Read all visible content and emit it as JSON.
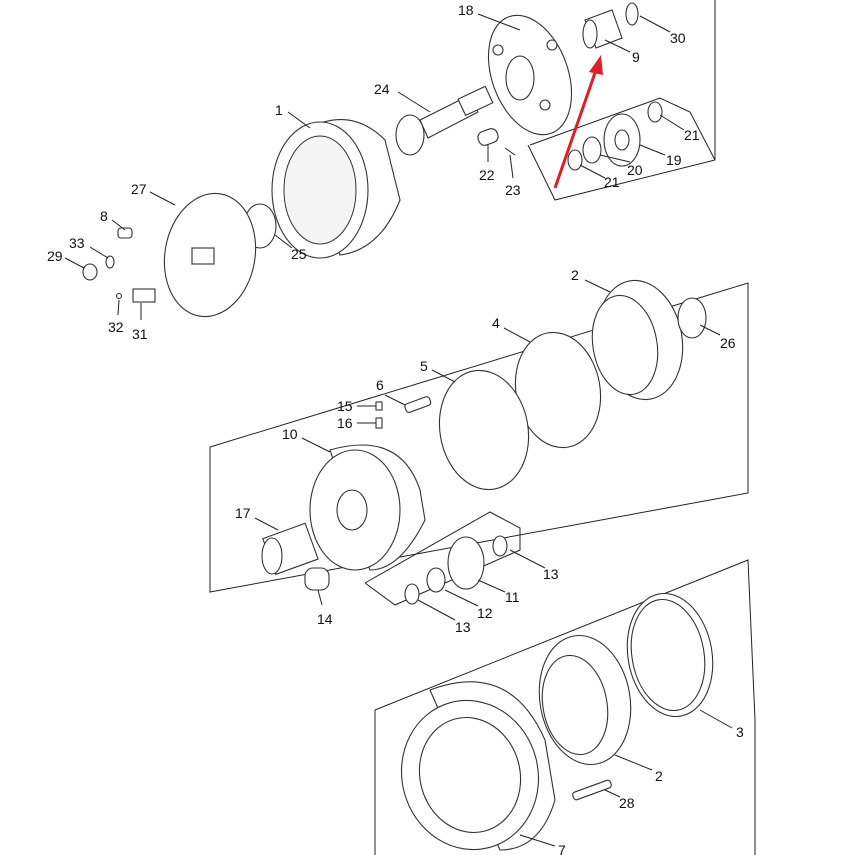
{
  "diagram": {
    "title": "Final drive exploded parts diagram",
    "labels": [
      "18",
      "30",
      "9",
      "24",
      "1",
      "21",
      "22",
      "23",
      "21",
      "20",
      "19",
      "27",
      "8",
      "33",
      "29",
      "25",
      "32",
      "31",
      "2",
      "26",
      "4",
      "5",
      "6",
      "15",
      "16",
      "10",
      "17",
      "13",
      "11",
      "12",
      "13",
      "14",
      "3",
      "2",
      "28",
      "7"
    ],
    "highlight_color": "#e02020"
  }
}
